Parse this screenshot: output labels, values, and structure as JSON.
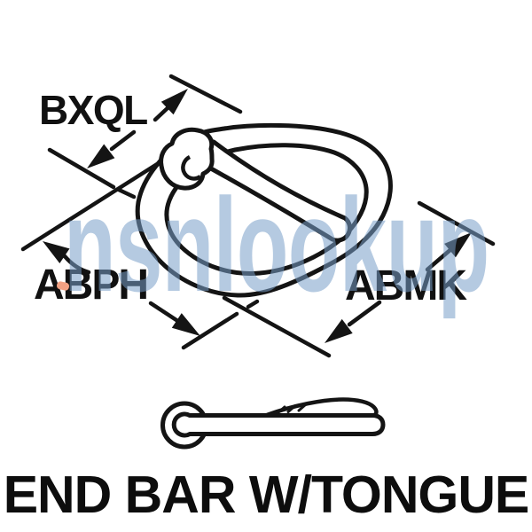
{
  "figure": {
    "caption": "END BAR W/TONGUE",
    "subject": "end bar with tongue buckle, top perspective view and side view",
    "labels": [
      {
        "id": "top-left",
        "text": "BXQL"
      },
      {
        "id": "bottom-left",
        "text": "ABPH"
      },
      {
        "id": "bottom-right",
        "text": "ABMK"
      }
    ]
  },
  "watermark": {
    "text": "nsnlookup",
    "color": "#b5cae1"
  },
  "colors": {
    "line": "#141414",
    "background": "#ffffff",
    "accent_dash": "#f2a183",
    "watermark_over_line": "#4b5c70"
  }
}
